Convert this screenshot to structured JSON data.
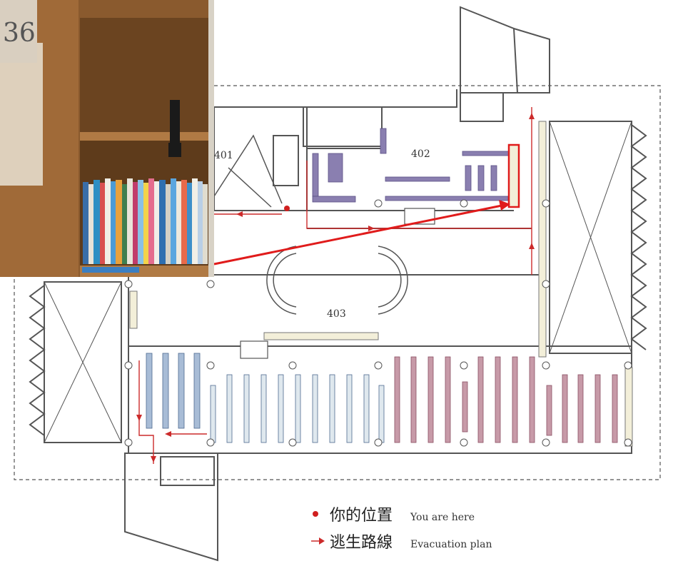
{
  "photo": {
    "shelf_number": "36"
  },
  "rooms": {
    "r401": "401",
    "r402": "402",
    "r403": "403"
  },
  "legend": {
    "you_are_here_zh": "你的位置",
    "you_are_here_en": "You are here",
    "evacuation_zh": "逃生路線",
    "evacuation_en": "Evacuation plan"
  },
  "colors": {
    "evacuation_route": "#cc2a2a",
    "you_are_here_dot": "#d01f1f",
    "highlight_box": "#e01b1b",
    "purple_shelves": "#8a7fb0",
    "blue_shelves": "#a8bcd6",
    "pink_shelves": "#c79aa8"
  }
}
